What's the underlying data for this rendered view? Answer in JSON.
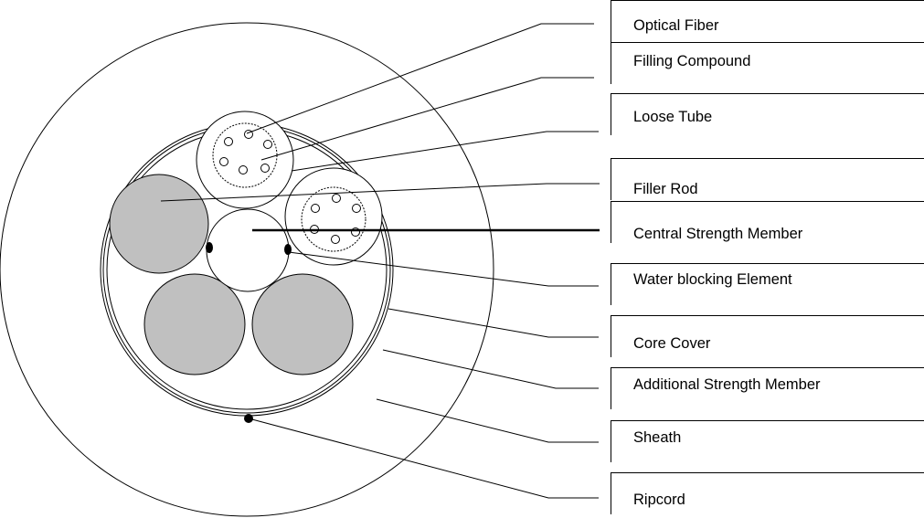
{
  "diagram": {
    "labels": [
      "Optical Fiber",
      "Filling Compound",
      "Loose Tube",
      "Filler Rod",
      "Central Strength Member",
      "Water blocking Element",
      "Core Cover",
      "Additional Strength Member",
      "Sheath",
      "Ripcord"
    ]
  },
  "colors": {
    "line": "#000000",
    "filler": "#c0c0c0",
    "background": "#ffffff"
  }
}
